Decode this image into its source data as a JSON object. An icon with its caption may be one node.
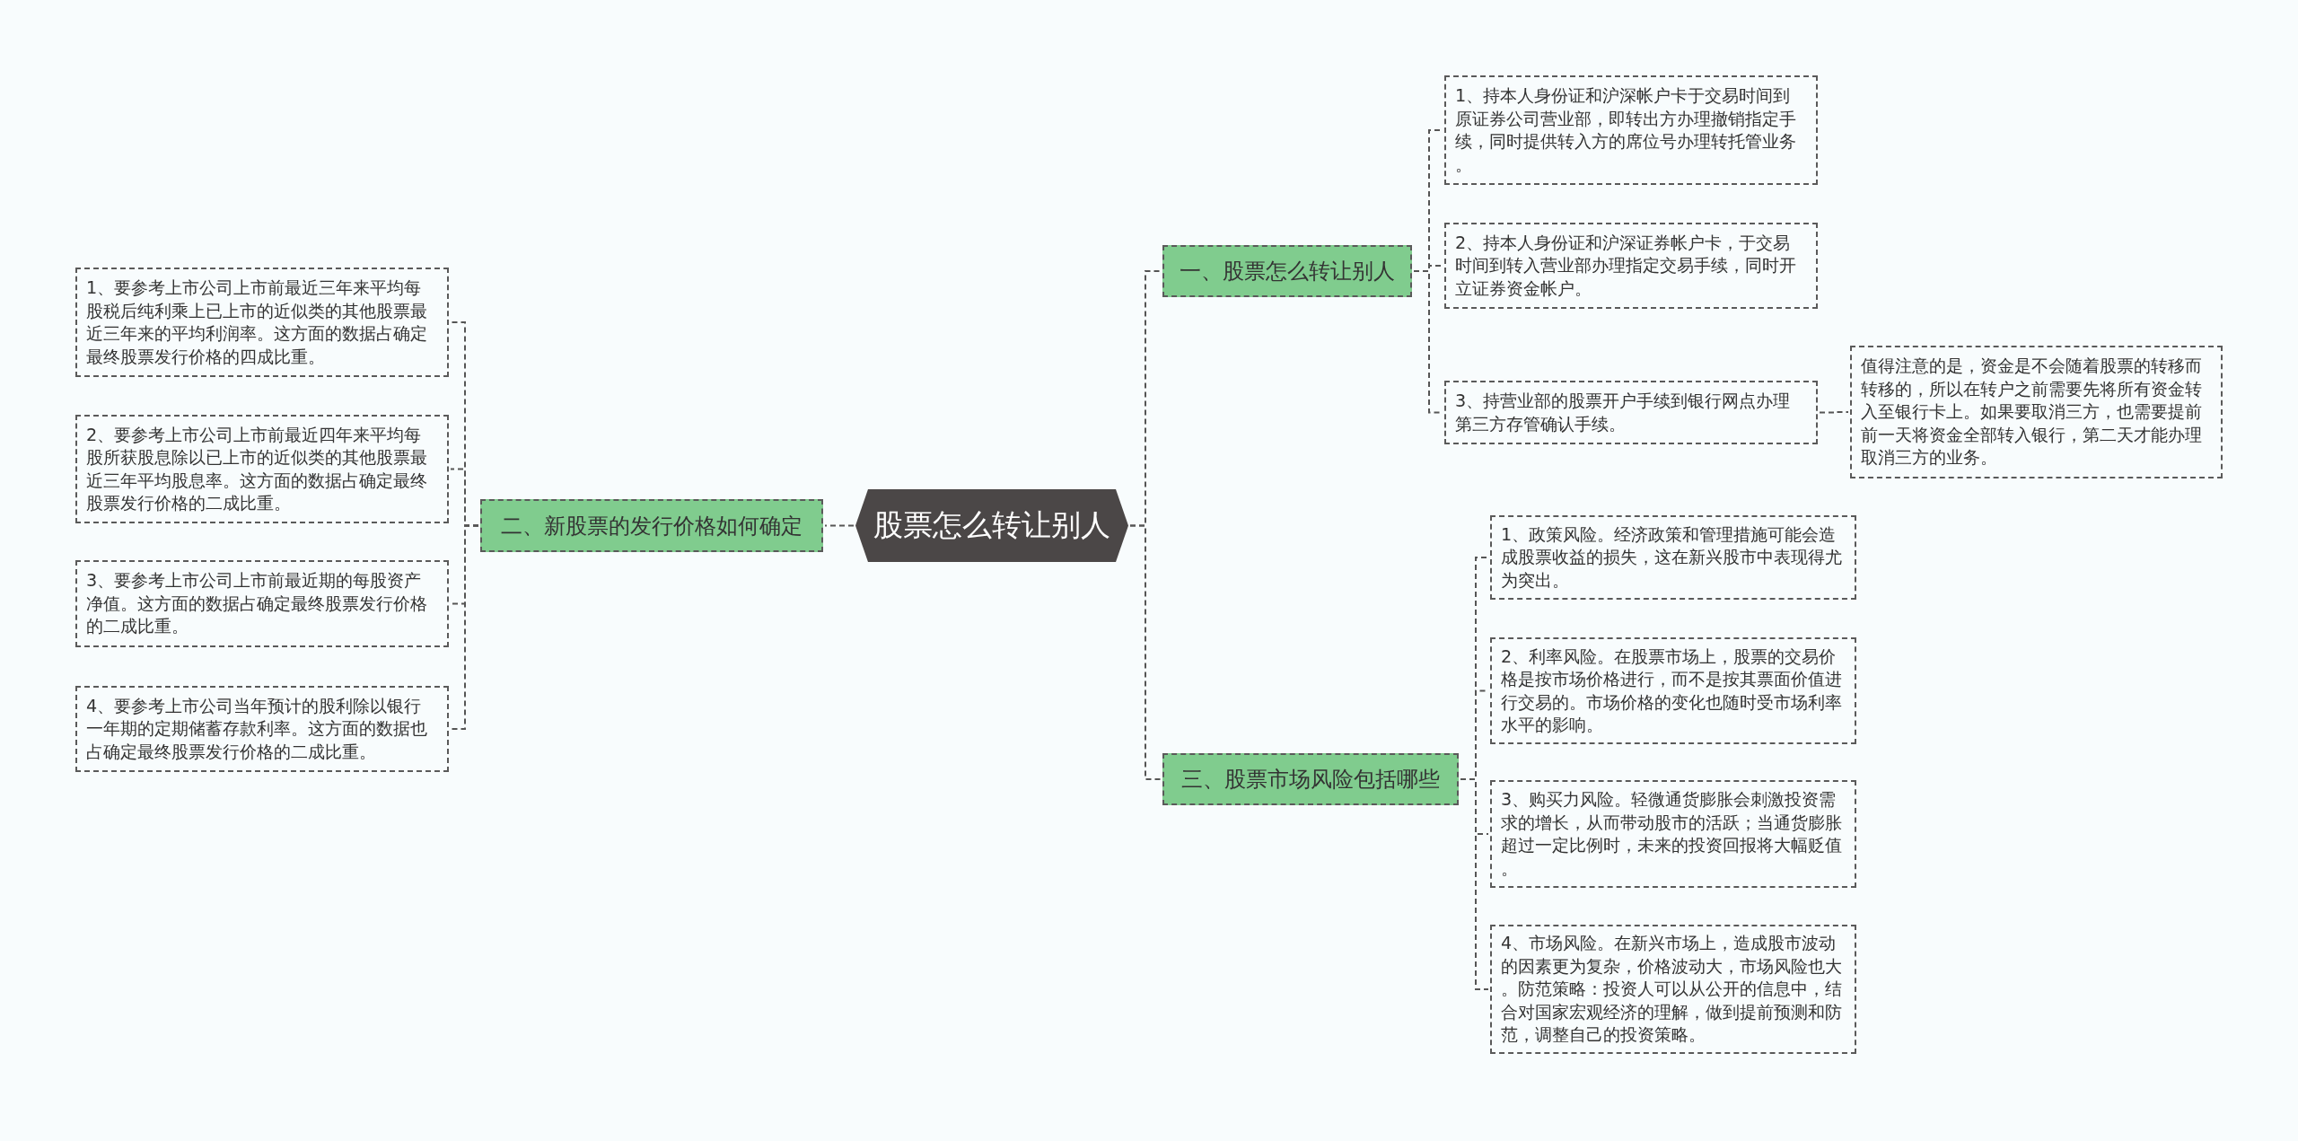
{
  "diagram": {
    "nodes": [
      {
        "text": [
          "股票怎么转让别人"
        ]
      },
      {
        "text": [
          "一、股票怎么转让别人"
        ]
      },
      {
        "text": [
          "1、持本人身份证和沪深帐户卡于交易时间到原证券公司营业部，即转出方办理撤销指定手续，同时提供转入方的席位号办理转托管业务。"
        ]
      },
      {
        "text": [
          "2、持本人身份证和沪深证券帐户卡，于交易时间到转入营业部办理指定交易手续，同时开立证券资金帐户。"
        ]
      },
      {
        "text": [
          "3、持营业部的股票开户手续到银行网点办理第三方存管确认手续。"
        ]
      },
      {
        "text": [
          "值得注意的是，资金是不会随着股票的转移而转移的，所以在转户之前需要先将所有资金转入至银行卡上。如果要取消三方，也需要提前前一天将资金全部转入银行，第二天才能办理取消三方的业务。"
        ]
      },
      {
        "text": [
          "二、新股票的发行价格如何确定"
        ]
      },
      {
        "text": [
          "1、要参考上市公司上市前最近三年来平均每股税后纯利乘上已上市的近似类的其他股票最近三年来的平均利润率。这方面的数据占确定最终股票发行价格的四成比重。"
        ]
      },
      {
        "text": [
          "2、要参考上市公司上市前最近四年来平均每股所获股息除以已上市的近似类的其他股票最近三年平均股息率。这方面的数据占确定最终股票发行价格的二成比重。"
        ]
      },
      {
        "text": [
          "3、要参考上市公司上市前最近期的每股资产净值。这方面的数据占确定最终股票发行价格的二成比重。"
        ]
      },
      {
        "text": [
          "4、要参考上市公司当年预计的股利除以银行一年期的定期储蓄存款利率。这方面的数据也占确定最终股票发行价格的二成比重。"
        ]
      },
      {
        "text": [
          "三、股票市场风险包括哪些"
        ]
      },
      {
        "text": [
          "1、政策风险。经济政策和管理措施可能会造成股票收益的损失，这在新兴股市中表现得尤为突出。"
        ]
      },
      {
        "text": [
          "2、利率风险。在股票市场上，股票的交易价格是按市场价格进行，而不是按其票面价值进行交易的。市场价格的变化也随时受市场利率水平的影响。"
        ]
      },
      {
        "text": [
          "3、购买力风险。轻微通货膨胀会刺激投资需求的增长，从而带动股市的活跃；当通货膨胀超过一定比例时，未来的投资回报将大幅贬值。"
        ]
      },
      {
        "text": [
          "4、市场风险。在新兴市场上，造成股市波动的因素更为复杂，价格波动大，市场风险也大。防范策略：投资人可以从公开的信息中，结合对国家宏观经济的理解，做到提前预测和防范，调整自己的投资策略。"
        ]
      }
    ],
    "edges": [
      {
        "from": 0,
        "to": 1,
        "arrow": "none"
      },
      {
        "from": 1,
        "to": 2,
        "arrow": "none"
      },
      {
        "from": 1,
        "to": 3,
        "arrow": "none"
      },
      {
        "from": 1,
        "to": 4,
        "arrow": "none"
      },
      {
        "from": 4,
        "to": 5,
        "arrow": "none"
      },
      {
        "from": 0,
        "to": 6,
        "arrow": "none"
      },
      {
        "from": 6,
        "to": 7,
        "arrow": "none"
      },
      {
        "from": 6,
        "to": 8,
        "arrow": "none"
      },
      {
        "from": 6,
        "to": 9,
        "arrow": "none"
      },
      {
        "from": 6,
        "to": 10,
        "arrow": "none"
      },
      {
        "from": 0,
        "to": 11,
        "arrow": "none"
      },
      {
        "from": 11,
        "to": 12,
        "arrow": "none"
      },
      {
        "from": 11,
        "to": 13,
        "arrow": "none"
      },
      {
        "from": 11,
        "to": 14,
        "arrow": "none"
      },
      {
        "from": 11,
        "to": 15,
        "arrow": "none"
      }
    ]
  }
}
